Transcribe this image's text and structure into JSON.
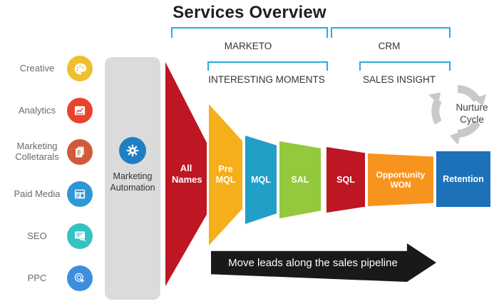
{
  "title": "Services Overview",
  "accent_color": "#29ABE2",
  "groups": {
    "marketo": "MARKETO",
    "crm": "CRM",
    "interesting_moments": "INTERESTING MOMENTS",
    "sales_insight": "SALES INSIGHT"
  },
  "sidebar": {
    "items": [
      {
        "label": "Creative",
        "icon": "palette-icon",
        "color": "#F0BF2E"
      },
      {
        "label": "Analytics",
        "icon": "chart-icon",
        "color": "#E8432D"
      },
      {
        "label": "Marketing Colletarals",
        "icon": "documents-icon",
        "color": "#D05A3A"
      },
      {
        "label": "Paid Media",
        "icon": "browser-icon",
        "color": "#2F97D4"
      },
      {
        "label": "SEO",
        "icon": "seo-icon",
        "color": "#35C2C2"
      },
      {
        "label": "PPC",
        "icon": "click-icon",
        "color": "#3E8EDE"
      }
    ]
  },
  "automation": {
    "label": "Marketing Automation",
    "icon": "gear-icon",
    "color": "#1F7FC4",
    "bar_color": "#DBDBDB"
  },
  "funnel": {
    "stages": [
      {
        "label": "All Names",
        "color": "#BE1622"
      },
      {
        "label": "Pre MQL",
        "color": "#F5AF1B"
      },
      {
        "label": "MQL",
        "color": "#219FC7"
      },
      {
        "label": "SAL",
        "color": "#94C83D"
      },
      {
        "label": "SQL",
        "color": "#BE1622"
      },
      {
        "label": "Opportunity WON",
        "color": "#F7941D"
      },
      {
        "label": "Retention",
        "color": "#1D71B8"
      }
    ]
  },
  "nurture": {
    "label": "Nurture Cycle",
    "icon": "recycle-icon",
    "color": "#C9C9C9"
  },
  "pipeline_arrow": {
    "label": "Move leads along  the sales pipeline",
    "color": "#191919"
  }
}
